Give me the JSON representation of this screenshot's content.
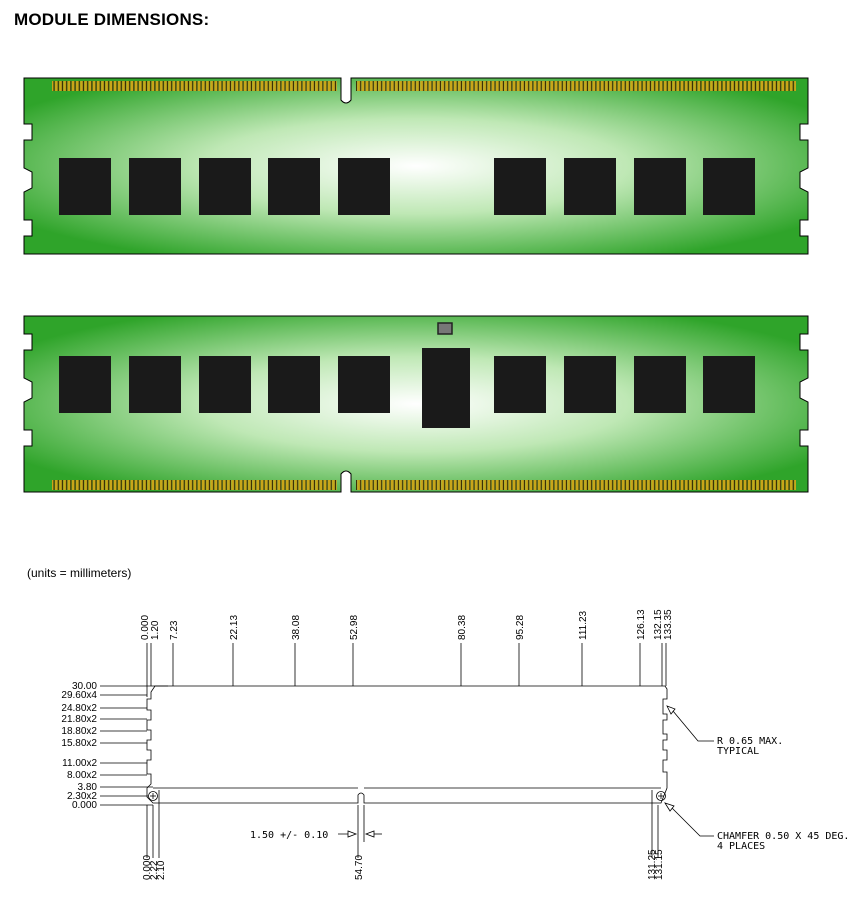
{
  "title": "MODULE DIMENSIONS:",
  "units_note": "(units = millimeters)",
  "colors": {
    "pcb_edge": "#2fa42a",
    "pcb_center": "#ffffff",
    "chip": "#1a1a1a",
    "gold": "#c9a619",
    "outline": "#000000"
  },
  "drawing": {
    "top_labels": [
      "0.000",
      "1.20",
      "7.23",
      "22.13",
      "38.08",
      "52.98",
      "80.38",
      "95.28",
      "111.23",
      "126.13",
      "132.15",
      "133.35"
    ],
    "left_labels": [
      "30.00",
      "29.60x4",
      "24.80x2",
      "21.80x2",
      "18.80x2",
      "15.80x2",
      "11.00x2",
      "8.00x2",
      "3.80",
      "2.30x2",
      "0.000"
    ],
    "bottom_labels": [
      "0.000",
      "2.22",
      "2.10",
      "54.70",
      "131.25",
      "131.15"
    ],
    "notch_label": "1.50 +/- 0.10",
    "radius_note": [
      "R 0.65 MAX.",
      "TYPICAL"
    ],
    "chamfer_note": [
      "CHAMFER 0.50 X 45 DEG.",
      "4 PLACES"
    ]
  }
}
